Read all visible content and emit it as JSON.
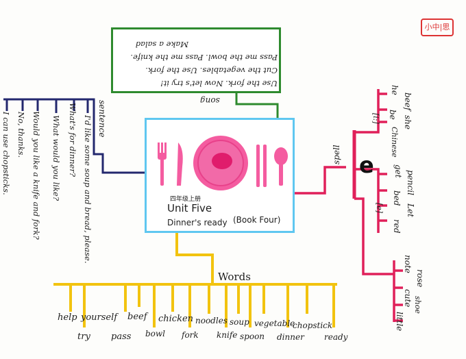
{
  "stamp": "小中|思",
  "center": {
    "label_cn": "四年级上册",
    "title": "Unit Five",
    "subtitle": "Dinner's ready",
    "book": "(Book Four)"
  },
  "branches": {
    "song": "song",
    "sentence": "sentence",
    "spell": "spell",
    "words": "Words"
  },
  "song_lines": [
    "Make a salad",
    "Pass me the bowl. Pass me the knife.",
    "Cut the vegetables. Use the fork.",
    "Use the fork.        Now let's try it!"
  ],
  "sentences": [
    "I'd like some soup and bread, please.",
    "What's for dinner?",
    "What would you like?",
    "Would you like a knife and fork?",
    "No, thanks.",
    "I can use chopsticks."
  ],
  "spell": {
    "letter": "e",
    "group_i": {
      "sound": "[i:]",
      "words": [
        "he",
        "be",
        "she",
        "beef",
        "Chinese"
      ]
    },
    "group_e": {
      "sound": "[e]",
      "words": [
        "get",
        "bed",
        "pencil",
        "red",
        "Let"
      ]
    },
    "group_other": {
      "words": [
        "note",
        "rose",
        "cute",
        "little",
        "shoe"
      ]
    }
  },
  "words_top": [
    "help",
    "yourself",
    "beef",
    "chicken",
    "noodles",
    "soup",
    "vegetable",
    "chopstick"
  ],
  "words_bottom": [
    "try",
    "pass",
    "bowl",
    "fork",
    "knife",
    "spoon",
    "dinner",
    "ready"
  ],
  "colors": {
    "center_border": "#5fc7f0",
    "song": "#2e8a2e",
    "sentence": "#23286e",
    "spell": "#e0205a",
    "words": "#f2c30f",
    "plate": "#f45ca0"
  }
}
